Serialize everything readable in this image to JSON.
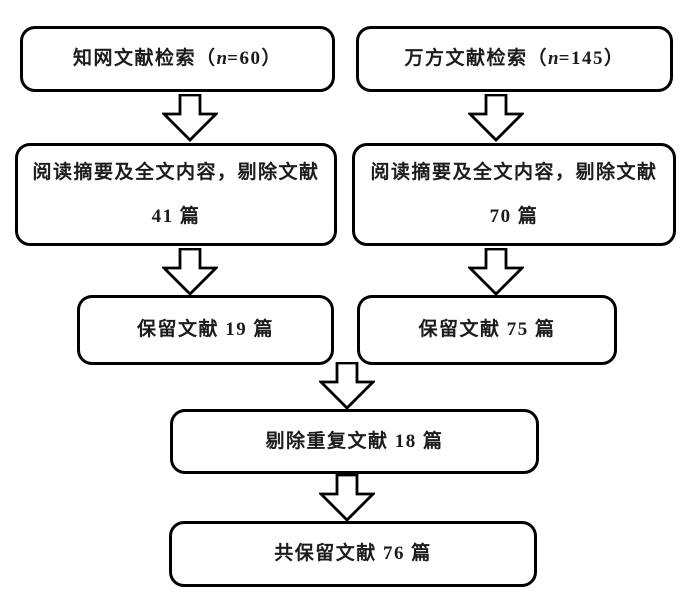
{
  "colors": {
    "background": "#ffffff",
    "box_border": "#000000",
    "text": "#1c1c1c"
  },
  "boxes": {
    "cnki_search": {
      "prefix": "知网文献检索（",
      "variable": "n",
      "suffix": "=60）"
    },
    "wanfang_search": {
      "prefix": "万方文献检索（",
      "variable": "n",
      "suffix": "=145）"
    },
    "cnki_screen": {
      "line1": "阅读摘要及全文内容，剔除文献",
      "line2": "41 篇"
    },
    "wanfang_screen": {
      "line1": "阅读摘要及全文内容，剔除文献",
      "line2": "70 篇"
    },
    "cnki_kept": {
      "text": "保留文献 19 篇"
    },
    "wanfang_kept": {
      "text": "保留文献 75 篇"
    },
    "dedup": {
      "text": "剔除重复文献 18 篇"
    },
    "final": {
      "text": "共保留文献 76 篇"
    }
  },
  "icons": {
    "down_arrow": "hollow-block-down-arrow"
  }
}
